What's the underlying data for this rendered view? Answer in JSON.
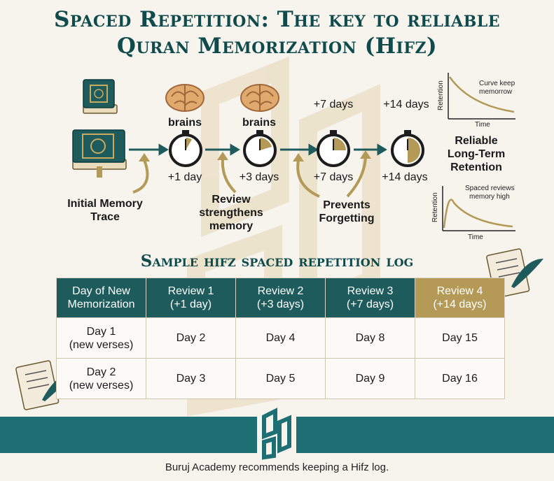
{
  "title_line1": "Spaced Repetition: The key to reliable",
  "title_line2": "Quran Memorization (Hifz)",
  "timeline": {
    "brain_label_1": "brains",
    "brain_label_2": "brains",
    "top_day_1": "+7 days",
    "top_day_2": "+14 days",
    "day_labels": [
      "+1 day",
      "+3 days",
      "+7 days",
      "+14 days"
    ],
    "initial_memory": "Initial Memory\nTrace",
    "review": "Review\nstrengthens\nmemory",
    "prevents": "Prevents\nForgetting",
    "reliable": "Reliable\nLong-Term\nRetention"
  },
  "graph_top": {
    "annotation": "Curve keep\nmemorrow",
    "ylabel": "Retention",
    "xlabel": "Time"
  },
  "graph_bottom": {
    "annotation": "Spaced reviews\nmemory high",
    "ylabel": "Retention",
    "xlabel": "Time"
  },
  "log": {
    "title": "Sample hifz spaced repetition log",
    "headers": [
      "Day of New\nMemorization",
      "Review 1\n(+1 day)",
      "Review 2\n(+3 days)",
      "Review 3\n(+7 days)",
      "Review 4\n(+14 days)"
    ],
    "rows": [
      [
        "Day 1\n(new verses)",
        "Day 2",
        "Day 4",
        "Day 8",
        "Day 15"
      ],
      [
        "Day 2\n(new verses)",
        "Day 3",
        "Day 5",
        "Day 9",
        "Day 16"
      ]
    ]
  },
  "footer": "Buruj Academy recommends keeping a Hifz log.",
  "colors": {
    "teal": "#1d5b5d",
    "gold": "#b49a56",
    "background": "#f7f4ee"
  }
}
